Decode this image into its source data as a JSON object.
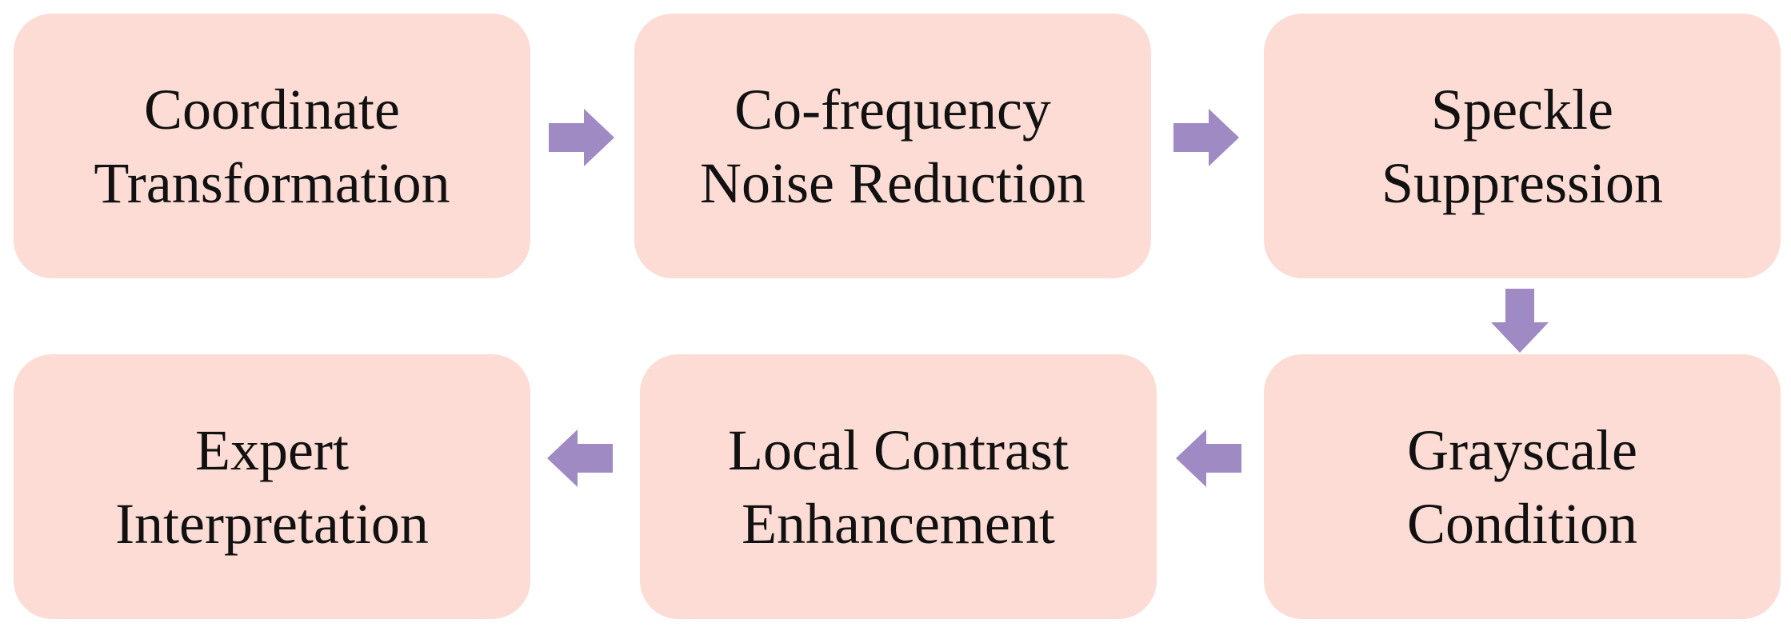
{
  "diagram": {
    "steps": [
      {
        "label": "Coordinate\nTransformation"
      },
      {
        "label": "Co-frequency\nNoise Reduction"
      },
      {
        "label": "Speckle\nSuppression"
      },
      {
        "label": "Grayscale\nCondition"
      },
      {
        "label": "Local Contrast\nEnhancement"
      },
      {
        "label": "Expert\nInterpretation"
      }
    ],
    "colors": {
      "box_fill": "#fcdcd4",
      "arrow_fill": "#a08ac4",
      "text": "#111111"
    },
    "arrows": [
      {
        "direction": "right",
        "icon": "arrow-right-icon"
      },
      {
        "direction": "right",
        "icon": "arrow-right-icon"
      },
      {
        "direction": "down",
        "icon": "arrow-down-icon"
      },
      {
        "direction": "left",
        "icon": "arrow-left-icon"
      },
      {
        "direction": "left",
        "icon": "arrow-left-icon"
      }
    ]
  }
}
